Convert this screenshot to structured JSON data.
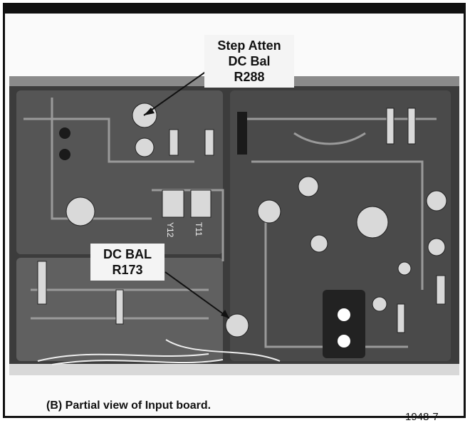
{
  "labels": {
    "step_atten": [
      "Step Atten",
      "DC Bal",
      "R288"
    ],
    "dc_bal": [
      "DC BAL",
      "R173"
    ]
  },
  "caption": "(B)  Partial view of Input board.",
  "figure_number": "1948-7",
  "board_markings": [
    "Y12",
    "T11"
  ]
}
